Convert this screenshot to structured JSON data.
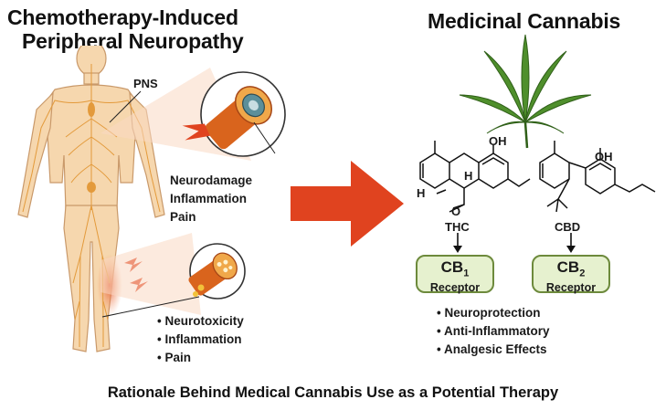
{
  "left": {
    "title_line1": "Chemotherapy-Induced",
    "title_line2": "Peripheral Neuropathy",
    "pns_label": "PNS",
    "nerve_effects": [
      "Neurodamage",
      "Inflammation",
      "Pain"
    ],
    "leg_bullets": [
      "Neurotoxicity",
      "Inflammation",
      "Pain"
    ]
  },
  "right": {
    "title": "Medicinal Cannabis",
    "molecule1": {
      "name": "THC",
      "oh": "OH",
      "h1": "H",
      "h2": "H",
      "o": "O"
    },
    "molecule2": {
      "name": "CBD",
      "oh": "OH"
    },
    "receptor1": {
      "cb": "CB",
      "sub": "1",
      "label": "Receptor"
    },
    "receptor2": {
      "cb": "CB",
      "sub": "2",
      "label": "Receptor"
    },
    "bullets": [
      "Neuroprotection",
      "Anti-Inflammatory",
      "Analgesic Effects"
    ]
  },
  "footer": "Rationale Behind Medical Cannabis Use as a Potential Therapy",
  "colors": {
    "arrow": "#e0431f",
    "body_skin": "#f6d7ae",
    "nerve": "#e39a3b",
    "leaf": "#4f8f2c",
    "receptor_fill": "#e6f1cf",
    "receptor_border": "#6d8a3c"
  }
}
